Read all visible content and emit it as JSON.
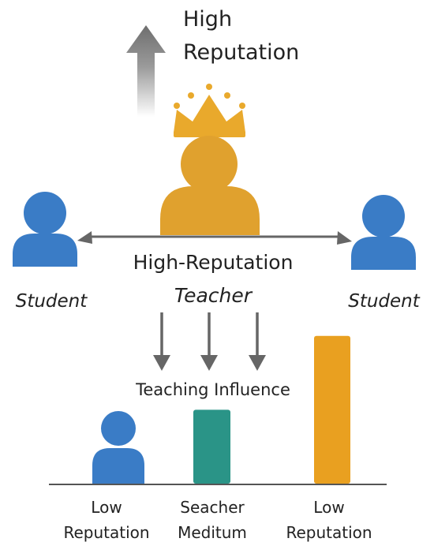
{
  "header": {
    "line1": "High",
    "line2": "Reputation"
  },
  "teacher": {
    "label_line1": "High-Reputation",
    "label_line2": "Teacher",
    "color": "#e0a12e",
    "crown_color": "#e9a92c"
  },
  "students": {
    "left_label": "Student",
    "right_label": "Student",
    "color": "#3a7cc6"
  },
  "influence": {
    "caption": "Teaching Influence",
    "arrow_color": "#666666"
  },
  "chart_data": {
    "type": "bar",
    "categories": [
      {
        "line1": "Low",
        "line2": "Reputation"
      },
      {
        "line1": "Seacher",
        "line2": "Meditum"
      },
      {
        "line1": "Low",
        "line2": "Reputation"
      }
    ],
    "values": [
      0.45,
      0.45,
      0.9
    ],
    "colors": [
      "#3a7cc6",
      "#2a9487",
      "#e9a020"
    ],
    "baseline_color": "#555555"
  }
}
